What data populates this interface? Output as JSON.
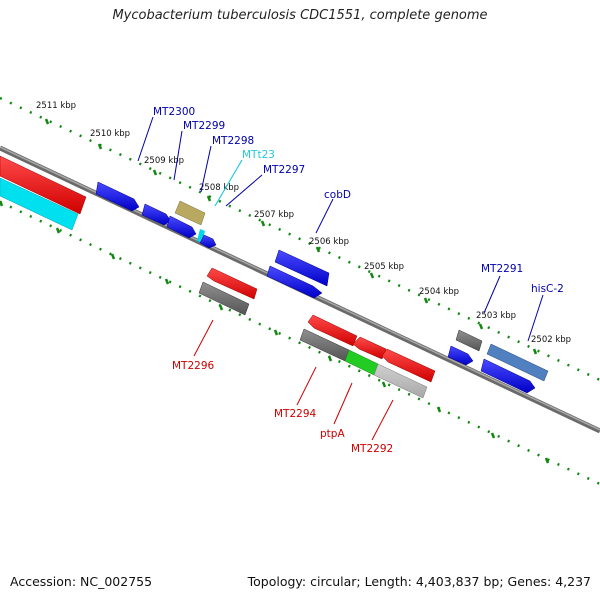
{
  "title": "Mycobacterium tuberculosis CDC1551, complete genome",
  "footer": {
    "accession": "Accession: NC_002755",
    "summary": "Topology: circular; Length: 4,403,837 bp; Genes: 4,237"
  },
  "scale": {
    "ticks": [
      "2511 kbp",
      "2510 kbp",
      "2509 kbp",
      "2508 kbp",
      "2507 kbp",
      "2506 kbp",
      "2505 kbp",
      "2504 kbp",
      "2503 kbp",
      "2502 kbp"
    ]
  },
  "colors": {
    "forward": "#0000ee",
    "reverse": "#ee0000",
    "pseudo": "#707070",
    "trna": "#00d8e8",
    "misc": "#b0a860",
    "ptpA": "#22cc22",
    "hisC2": "#5080c0",
    "scale_dots": "#118811",
    "backbone": "#808080"
  },
  "labels": {
    "forward": [
      "MT2300",
      "MT2299",
      "MT2298",
      "MT2297",
      "cobD",
      "MT2291",
      "hisC-2"
    ],
    "trna": [
      "MTt23"
    ],
    "reverse": [
      "MT2296",
      "MT2294",
      "ptpA",
      "MT2292"
    ]
  }
}
